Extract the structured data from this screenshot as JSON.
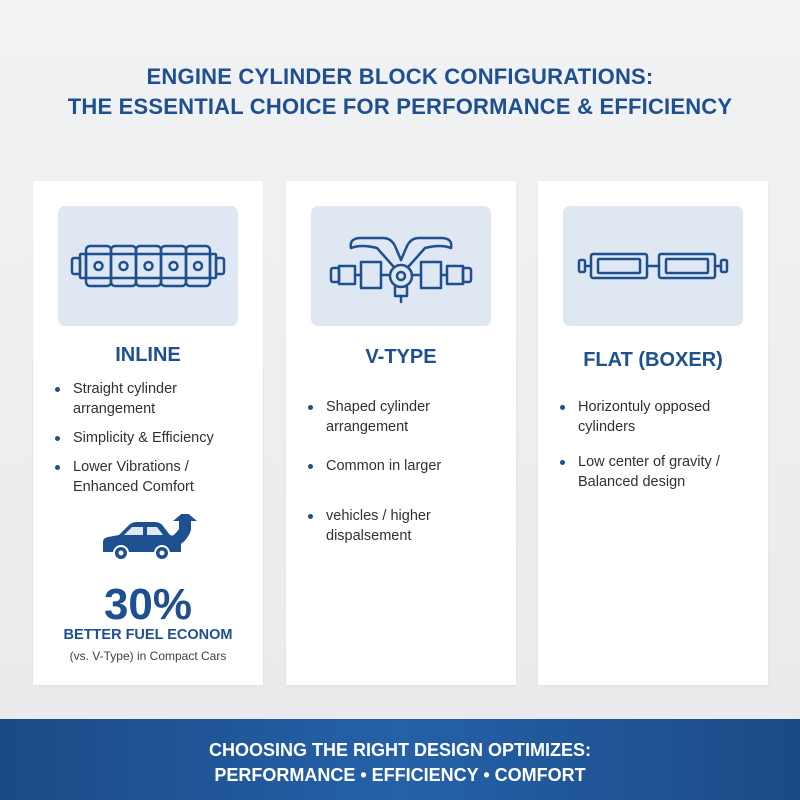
{
  "title": {
    "line1": "ENGINE CYLINDER BLOCK CONFIGURATIONS:",
    "line2": "THE ESSENTIAL CHOICE FOR PERFORMANCE & EFFICIENCY"
  },
  "colors": {
    "accent": "#1e4f8f",
    "icon_box": "#dfe7f2",
    "footer": "#1b4a86"
  },
  "cards": [
    {
      "title": "INLINE",
      "icon": "inline-cylinders-icon",
      "bullets": [
        "Straight cylinder arrangement",
        "Simplicity & Efficiency",
        "Lower Vibrations / Enhanced Comfort"
      ],
      "stat": {
        "icon": "car-with-up-arrow-icon",
        "value": "30%",
        "label": "BETTER FUEL ECONOM",
        "note": "(vs. V-Type) in Compact Cars"
      }
    },
    {
      "title": "V-TYPE",
      "icon": "v-engine-icon",
      "bullets": [
        "Shaped cylinder arrangement",
        "Common in larger",
        "vehicles / higher dispalsement"
      ]
    },
    {
      "title": "FLAT (BOXER)",
      "icon": "boxer-cylinders-icon",
      "bullets": [
        "Horizontuly opposed cylinders",
        "Low center of gravity / Balanced design"
      ]
    }
  ],
  "footer": {
    "line1": "CHOOSING THE RIGHT DESIGN OPTIMIZES:",
    "line2": "PERFORMANCE • EFFICIENCY • COMFORT"
  }
}
